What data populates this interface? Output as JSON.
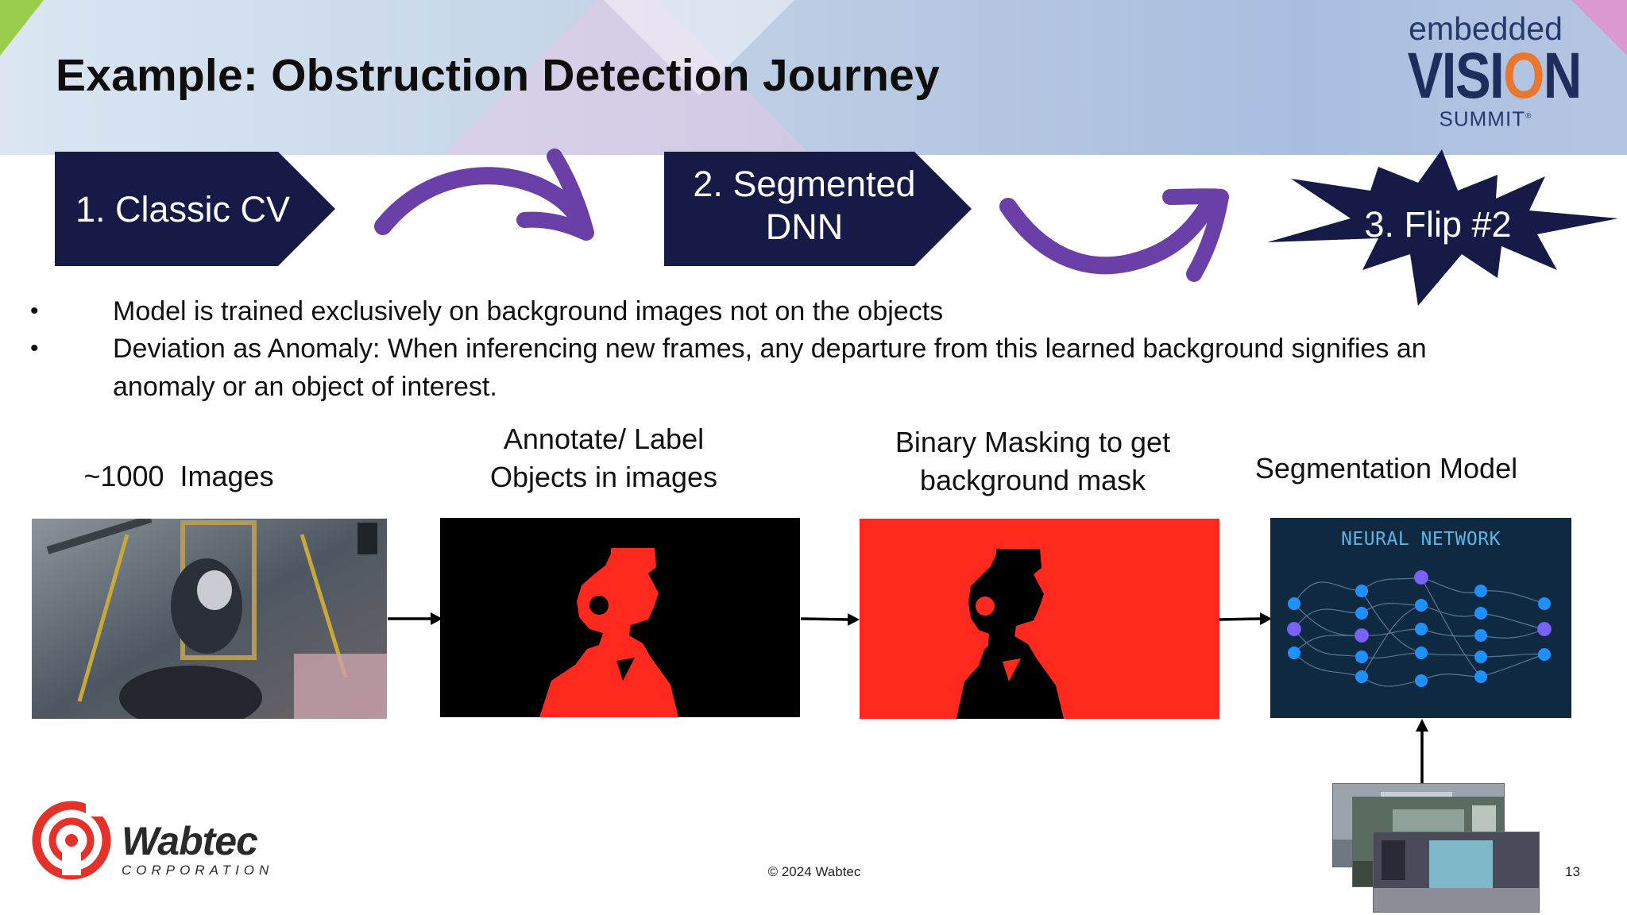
{
  "slide": {
    "title": "Example: Obstruction Detection Journey",
    "page_number": "13",
    "copyright": "© 2024 Wabtec"
  },
  "event_logo": {
    "line1": "embedded",
    "line2_pre": "VISI",
    "line2_o": "O",
    "line2_post": "N",
    "line3": "SUMMIT",
    "trademark": "®"
  },
  "steps": [
    {
      "label": "1. Classic CV"
    },
    {
      "label_line1": "2. Segmented",
      "label_line2": "DNN"
    },
    {
      "label": "3. Flip #2"
    }
  ],
  "bullets": [
    "Model is trained exclusively on background images not on the objects",
    "Deviation as Anomaly: When inferencing new frames, any departure from this learned background signifies an anomaly or an object of interest."
  ],
  "columns": [
    {
      "label_line1": "~1000  Images"
    },
    {
      "label_line1": "Annotate/ Label",
      "label_line2": "Objects in images"
    },
    {
      "label_line1": "Binary Masking to get",
      "label_line2": "background mask"
    },
    {
      "label_line1": "Segmentation Model"
    }
  ],
  "nn_panel_text": "NEURAL NETWORK",
  "company": {
    "name": "Wabtec",
    "sub": "CORPORATION"
  },
  "colors": {
    "step_fill": "#151a46",
    "arrow_purple": "#6b3fa8",
    "mask_red": "#ff2a1d",
    "nn_bg": "#0f2a40",
    "nn_node": "#1e90ff",
    "nn_edge": "#8fb8d8",
    "wabtec_red": "#e4322b"
  }
}
